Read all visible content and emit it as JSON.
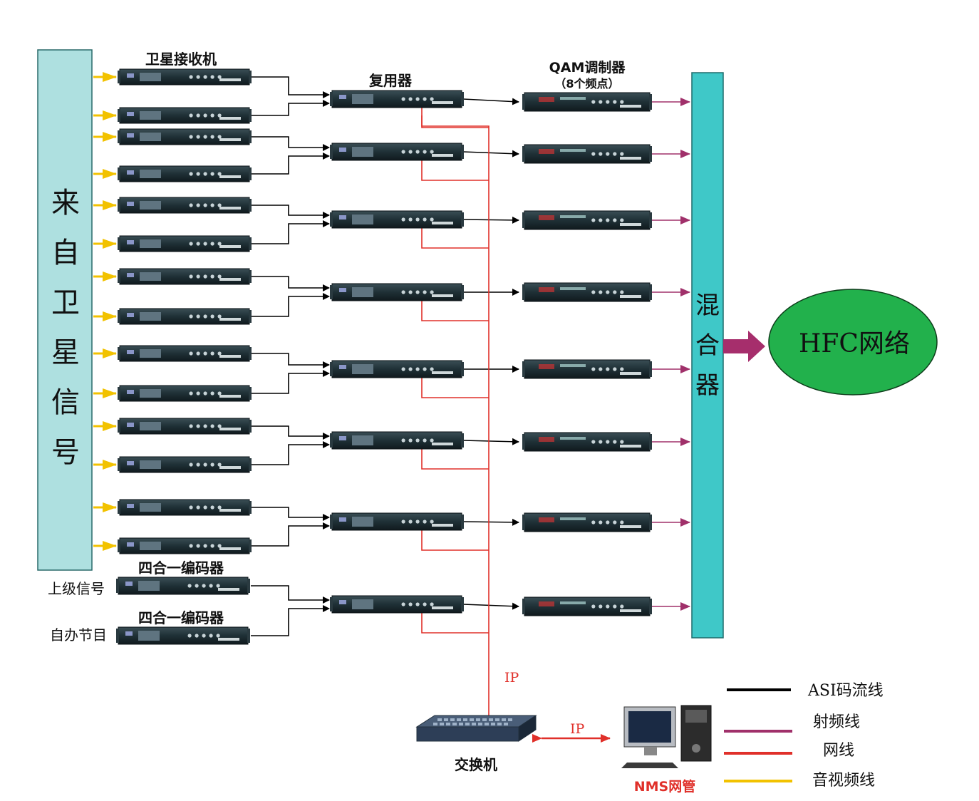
{
  "left_panel": {
    "text": "来自卫星信号",
    "chars": [
      "来",
      "自",
      "卫",
      "星",
      "信",
      "号"
    ]
  },
  "labels": {
    "sat_receiver": "卫星接收机",
    "multiplexer": "复用器",
    "qam_title": "QAM调制器",
    "qam_sub": "（8个频点）",
    "encoder_1": "四合一编码器",
    "encoder_2": "四合一编码器",
    "upper_signal": "上级信号",
    "own_program": "自办节目",
    "ip_1": "IP",
    "ip_2": "IP",
    "switch": "交换机",
    "nms": "NMS网管"
  },
  "mixer": {
    "text": "混合器",
    "chars": [
      "混",
      "合",
      "器"
    ]
  },
  "hfc": {
    "text": "HFC网络"
  },
  "legend": [
    {
      "label": "ASI码流线",
      "color": "#000000"
    },
    {
      "label": "射频线",
      "color": "#a0306a"
    },
    {
      "label": "网线",
      "color": "#e0302a"
    },
    {
      "label": "音视频线",
      "color": "#f2c200"
    }
  ],
  "colors": {
    "panel": "#aee0e0",
    "mixer": "#3fc8c8",
    "hfc": "#22b14c",
    "device": "#1c2d33",
    "asi": "#000000",
    "rf": "#a0306a",
    "net": "#e0302a",
    "av": "#f2c200"
  }
}
